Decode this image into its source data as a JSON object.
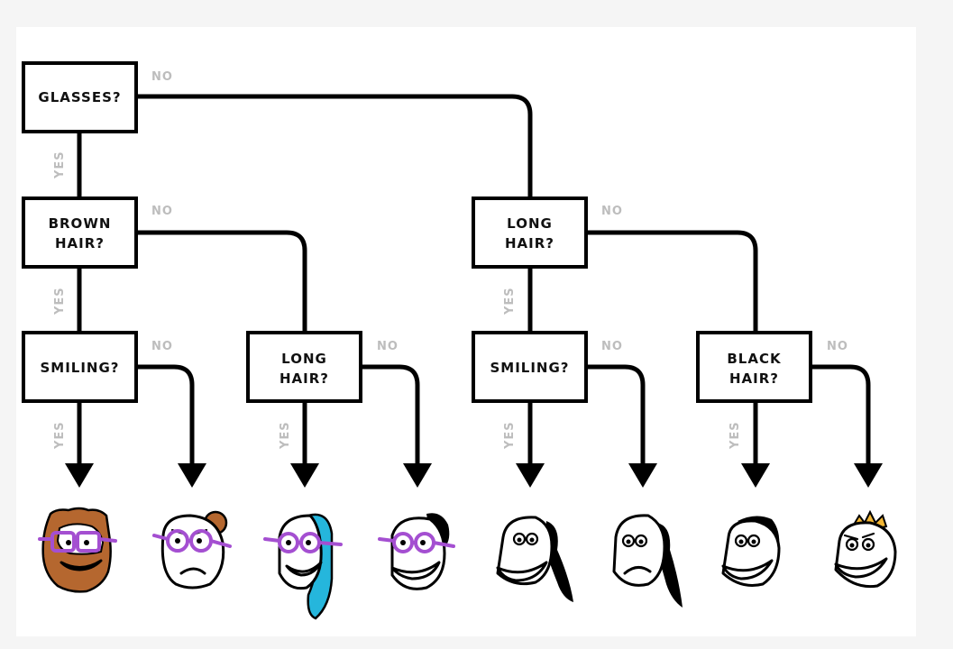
{
  "diagram": {
    "nodes": {
      "glasses": {
        "lines": [
          "GLASSES?"
        ]
      },
      "brown_hair": {
        "lines": [
          "BROWN",
          "HAIR?"
        ]
      },
      "long_hair_right": {
        "lines": [
          "LONG",
          "HAIR?"
        ]
      },
      "smiling_left": {
        "lines": [
          "SMILING?"
        ]
      },
      "long_hair_mid": {
        "lines": [
          "LONG",
          "HAIR?"
        ]
      },
      "smiling_right": {
        "lines": [
          "SMILING?"
        ]
      },
      "black_hair": {
        "lines": [
          "BLACK",
          "HAIR?"
        ]
      }
    },
    "edge_labels": {
      "yes": "YES",
      "no": "NO"
    },
    "faces": [
      {
        "id": "face-1",
        "description": "glasses, brown hair, smiling"
      },
      {
        "id": "face-2",
        "description": "glasses, brown hair, frowning"
      },
      {
        "id": "face-3",
        "description": "glasses, long blue hair"
      },
      {
        "id": "face-4",
        "description": "glasses, short hair"
      },
      {
        "id": "face-5",
        "description": "long hair, smiling"
      },
      {
        "id": "face-6",
        "description": "long hair, frowning"
      },
      {
        "id": "face-7",
        "description": "black hair"
      },
      {
        "id": "face-8",
        "description": "blonde hair"
      }
    ],
    "colors": {
      "glasses": "#a44fd1",
      "brown_hair": "#b5672f",
      "blue_hair": "#25b6dc",
      "blonde_hair": "#f2b634",
      "label_gray": "#bdbdbd"
    }
  }
}
